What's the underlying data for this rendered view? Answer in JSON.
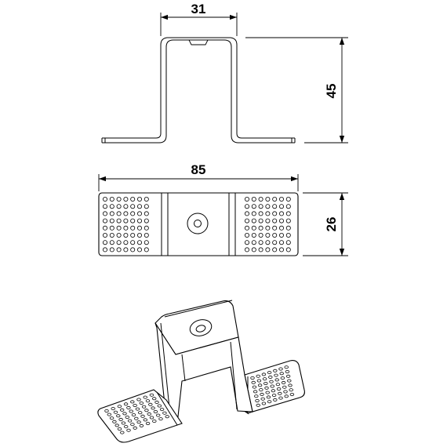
{
  "dimensions": {
    "top_width": "31",
    "height": "45",
    "overall_length": "85",
    "plate_width": "26"
  },
  "colors": {
    "line": "#000000",
    "background": "#ffffff"
  }
}
